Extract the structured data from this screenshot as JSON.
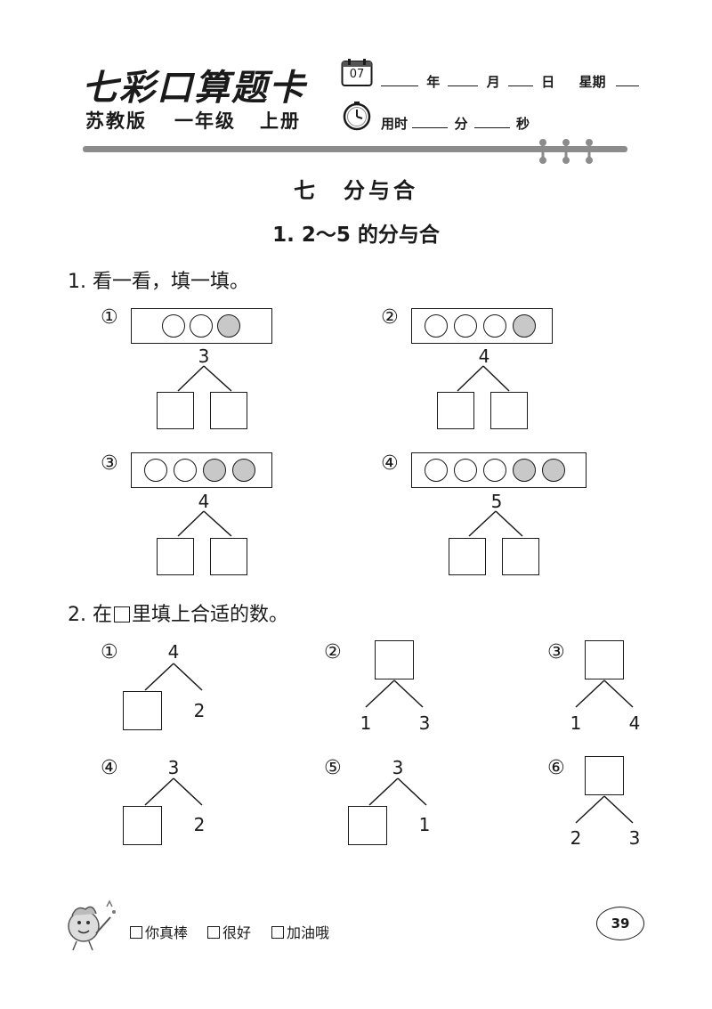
{
  "header": {
    "brand": "七彩口算题卡",
    "edition": "苏教版",
    "grade": "一年级",
    "volume": "上册",
    "calendar_day": "07",
    "date_year": "年",
    "date_month": "月",
    "date_day": "日",
    "date_weekday": "星期",
    "time_label": "用时",
    "time_min": "分",
    "time_sec": "秒"
  },
  "chapter_title": "七　分与合",
  "section_title": "1. 2～5 的分与合",
  "q1": {
    "prompt": "1. 看一看，填一填。",
    "items": [
      {
        "mark": "①",
        "white": 2,
        "gray": 1,
        "total": "3"
      },
      {
        "mark": "②",
        "white": 3,
        "gray": 1,
        "total": "4"
      },
      {
        "mark": "③",
        "white": 2,
        "gray": 2,
        "total": "4"
      },
      {
        "mark": "④",
        "white": 3,
        "gray": 2,
        "total": "5"
      }
    ]
  },
  "q2": {
    "prompt_before": "2. 在",
    "prompt_after": "里填上合适的数。",
    "items": [
      {
        "mark": "①",
        "top": "4",
        "left": "",
        "right": "2"
      },
      {
        "mark": "②",
        "top": "",
        "left": "1",
        "right": "3"
      },
      {
        "mark": "③",
        "top": "",
        "left": "1",
        "right": "4"
      },
      {
        "mark": "④",
        "top": "3",
        "left": "",
        "right": "2"
      },
      {
        "mark": "⑤",
        "top": "3",
        "left": "",
        "right": "1"
      },
      {
        "mark": "⑥",
        "top": "",
        "left": "2",
        "right": "3"
      }
    ]
  },
  "footer": {
    "ratings": [
      "你真棒",
      "很好",
      "加油哦"
    ],
    "page_number": "39"
  }
}
